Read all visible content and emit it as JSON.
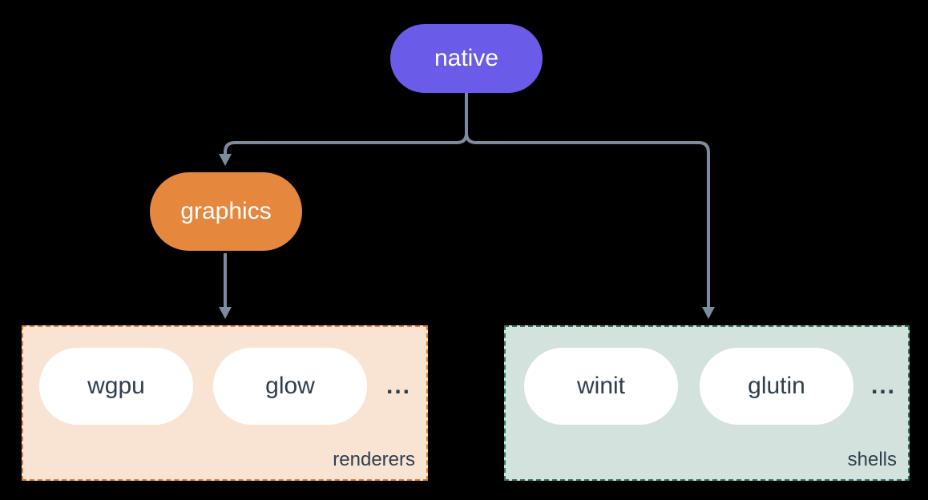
{
  "nodes": {
    "native": {
      "label": "native",
      "fill": "#6A5BE8"
    },
    "graphics": {
      "label": "graphics",
      "fill": "#E5873D"
    }
  },
  "groups": {
    "renderers": {
      "label": "renderers",
      "fill": "#F9E4D3",
      "border": "#E0812F",
      "items": [
        {
          "label": "wgpu"
        },
        {
          "label": "glow"
        }
      ],
      "ellipsis": "..."
    },
    "shells": {
      "label": "shells",
      "fill": "#D3E2DC",
      "border": "#2C7A68",
      "items": [
        {
          "label": "winit"
        },
        {
          "label": "glutin"
        }
      ],
      "ellipsis": "..."
    }
  },
  "colors": {
    "background": "#000000",
    "edge": "#7C8C9E",
    "node-text": "#FFFFFF",
    "pill-fill": "#FFFFFF",
    "pill-text": "#2F3E4E",
    "native-fill": "#6A5BE8",
    "graphics-fill": "#E5873D",
    "renderers-fill": "#F9E4D3",
    "renderers-border": "#E0812F",
    "shells-fill": "#D3E2DC",
    "shells-border": "#2C7A68"
  }
}
